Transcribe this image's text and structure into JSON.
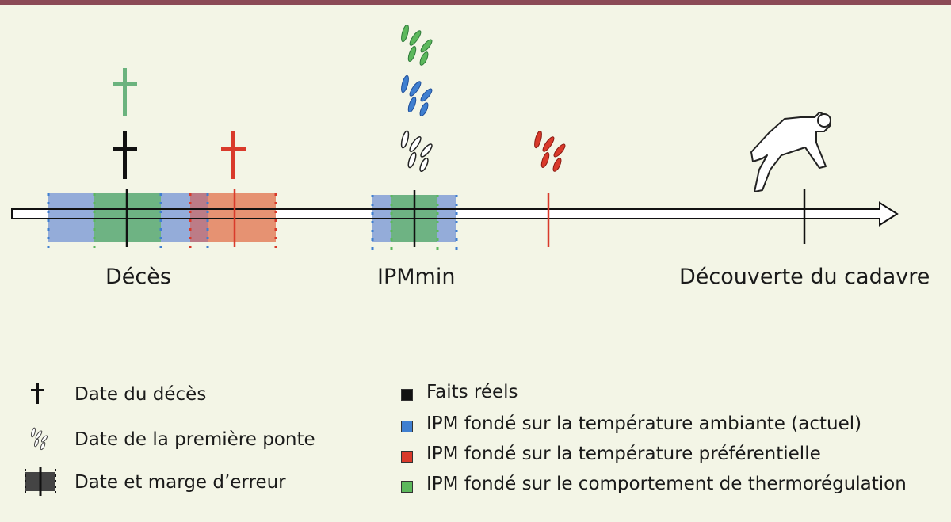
{
  "colors": {
    "background": "#f3f5e6",
    "top_rule": "#8b4a56",
    "black": "#111111",
    "blue": "#8ea8d8",
    "red": "#e07a5a",
    "green": "#6bb37e",
    "green_marker": "#5cb85c",
    "red_marker": "#d93a2b",
    "blue_marker": "#3f7fd0"
  },
  "timeline": {
    "labels": {
      "deces": "Décès",
      "ipmmin": "IPMmin",
      "decouverte": "Découverte du cadavre"
    }
  },
  "legend": {
    "left": [
      {
        "icon": "cross-icon",
        "label": "Date du décès"
      },
      {
        "icon": "eggs-icon",
        "label": "Date de la première ponte"
      },
      {
        "icon": "error-bar-icon",
        "label": "Date et marge d’erreur"
      }
    ],
    "right": [
      {
        "color": "#111111",
        "label": "Faits réels"
      },
      {
        "color": "#3f7fd0",
        "label": "IPM fondé sur la température ambiante (actuel)"
      },
      {
        "color": "#d93a2b",
        "label": "IPM fondé sur la température préférentielle"
      },
      {
        "color": "#5cb85c",
        "label": "IPM fondé sur le comportement de thermorégulation"
      }
    ]
  }
}
